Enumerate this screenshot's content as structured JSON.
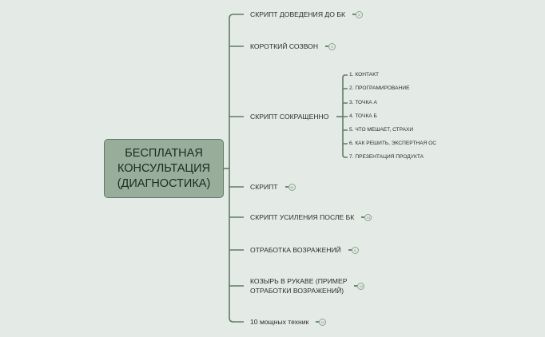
{
  "root": {
    "label": "БЕСПЛАТНАЯ\nКОНСУЛЬТАЦИЯ\n(ДИАГНОСТИКА)"
  },
  "branches": [
    {
      "label": "СКРИПТ ДОВЕДЕНИЯ ДО БК",
      "badge": "8"
    },
    {
      "label": "КОРОТКИЙ СОЗВОН",
      "badge": "5"
    },
    {
      "label": "СКРИПТ СОКРАЩЕННО"
    },
    {
      "label": "СКРИПТ",
      "badge": "40"
    },
    {
      "label": "СКРИПТ УСИЛЕНИЯ ПОСЛЕ БК",
      "badge": "13"
    },
    {
      "label": "ОТРАБОТКА ВОЗРАЖЕНИЙ",
      "badge": "6"
    },
    {
      "label": "КОЗЫРЬ В РУКАВЕ (ПРИМЕР\nОТРАБОТКИ ВОЗРАЖЕНИЙ)",
      "badge": "24"
    },
    {
      "label": "10 мощных техник",
      "badge": "11"
    }
  ],
  "sub_items": [
    "1. КОНТАКТ",
    "2. ПРОГРАМИРОВАНИЕ",
    "3. ТОЧКА А",
    "4. ТОЧКА Б",
    "5. ЧТО МЕШАЕТ, СТРАХИ",
    "6. КАК РЕШИТЬ, ЭКСПЕРТНАЯ ОС",
    "7. ПРЕЗЕНТАЦИЯ ПРОДУКТА"
  ],
  "colors": {
    "background": "#e4ebe6",
    "root_fill": "#98ae9b",
    "line": "#5f7c63"
  }
}
